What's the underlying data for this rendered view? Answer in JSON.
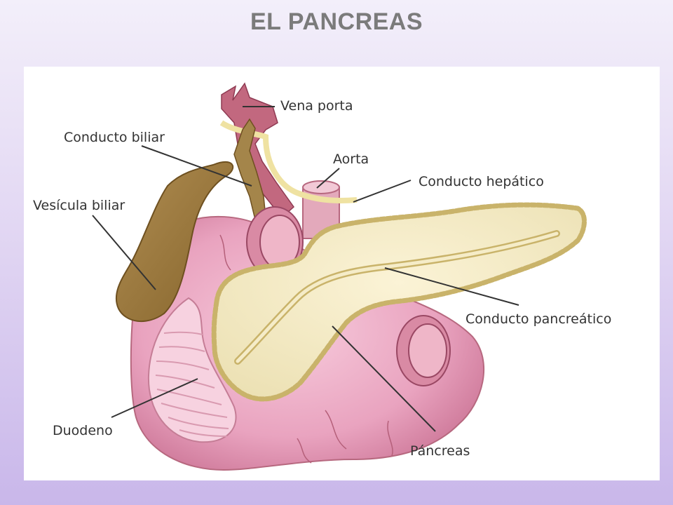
{
  "slide": {
    "title": "EL PANCREAS"
  },
  "diagram": {
    "labels": {
      "vena_porta": "Vena porta",
      "conducto_biliar": "Conducto biliar",
      "aorta": "Aorta",
      "conducto_hepatico": "Conducto hepático",
      "vesicula_biliar": "Vesícula biliar",
      "conducto_pancreatico": "Conducto pancreático",
      "duodeno": "Duodeno",
      "pancreas": "Páncreas"
    }
  }
}
